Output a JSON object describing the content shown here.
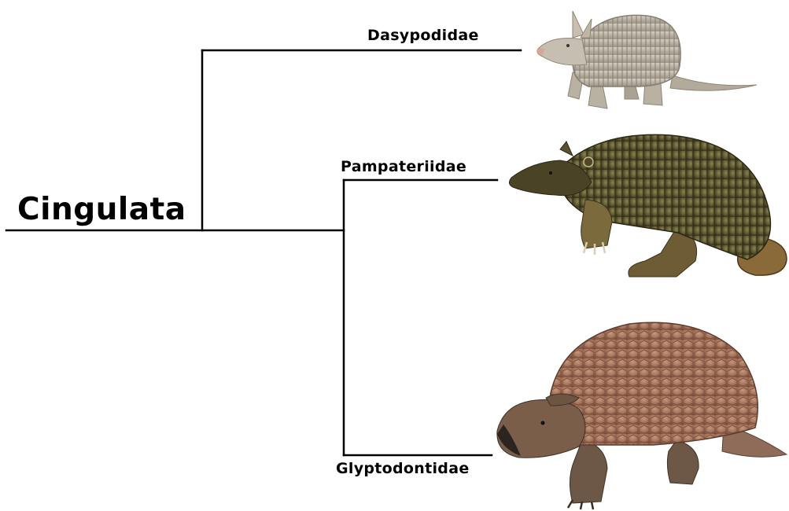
{
  "tree": {
    "root": "Cingulata",
    "leaves": [
      {
        "name": "Dasypodidae",
        "illustration": "nine-banded-armadillo",
        "color": "#b5ad9e"
      },
      {
        "name": "Pampateriidae",
        "illustration": "pampathere",
        "color": "#5c5a34"
      },
      {
        "name": "Glyptodontidae",
        "illustration": "glyptodont",
        "color": "#a9795f"
      }
    ]
  },
  "colors": {
    "line": "#000000",
    "text": "#000000",
    "background": "#ffffff"
  }
}
